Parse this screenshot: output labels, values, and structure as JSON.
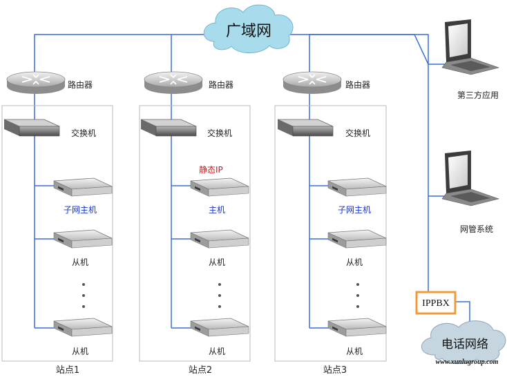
{
  "wan": {
    "label": "广域网"
  },
  "routers": [
    {
      "label": "路由器"
    },
    {
      "label": "路由器"
    },
    {
      "label": "路由器"
    }
  ],
  "sites": [
    {
      "name": "站点1",
      "switch_label": "交换机",
      "annotation": "",
      "master_label": "子网主机",
      "slave_label_1": "从机",
      "slave_label_2": "从机"
    },
    {
      "name": "站点2",
      "switch_label": "交换机",
      "annotation": "静态IP",
      "master_label": "主机",
      "slave_label_1": "从机",
      "slave_label_2": "从机"
    },
    {
      "name": "站点3",
      "switch_label": "交换机",
      "annotation": "",
      "master_label": "子网主机",
      "slave_label_1": "从机",
      "slave_label_2": "从机"
    }
  ],
  "laptops": [
    {
      "label": "第三方应用"
    },
    {
      "label": "网管系统"
    }
  ],
  "ippbx": {
    "label": "IPPBX"
  },
  "phone_network": {
    "label": "电话网络"
  },
  "watermark": "www.xunlugroup.com",
  "colors": {
    "link": "#3a6fd8",
    "wan_cloud": "#a8dcec",
    "phone_cloud": "#c6d6e0",
    "ippbx_border": "#f09a3a",
    "site_border": "#b8b8b8",
    "master_label": "#1a33cc",
    "static_ip_label": "#cc1a1a"
  }
}
